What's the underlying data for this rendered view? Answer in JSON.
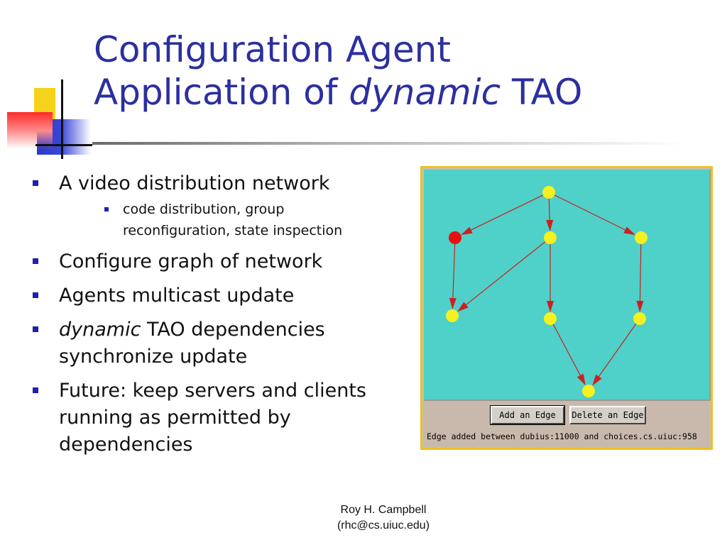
{
  "slide": {
    "title_line1": "Configuration Agent",
    "title_line2_prefix": "Application of ",
    "title_line2_italic": "dynamic",
    "title_line2_suffix": " TAO"
  },
  "bullets": [
    {
      "text": "A video distribution network",
      "sub": [
        "code distribution, group",
        "reconfiguration, state inspection"
      ]
    },
    {
      "text": "Configure graph of network"
    },
    {
      "text": "Agents multicast update"
    },
    {
      "italic": "dynamic",
      "text": " TAO dependencies synchronize update"
    },
    {
      "text": "Future: keep servers and  clients running as permitted by dependencies"
    }
  ],
  "app": {
    "add_edge_label": "Add an Edge",
    "delete_edge_label": "Delete an Edge",
    "status_text": "Edge added between dubius:11000 and choices.cs.uiuc:958",
    "graph": {
      "node_color": "#f5f020",
      "selected_node_color": "#e81010",
      "edge_color": "#cc2020",
      "background_color": "#4fd0c8"
    }
  },
  "footer": {
    "author": "Roy H. Campbell",
    "email": "(rhc@cs.uiuc.edu)"
  },
  "colors": {
    "title": "#2b2fa0",
    "bullet_mark": "#1f1fb0"
  }
}
